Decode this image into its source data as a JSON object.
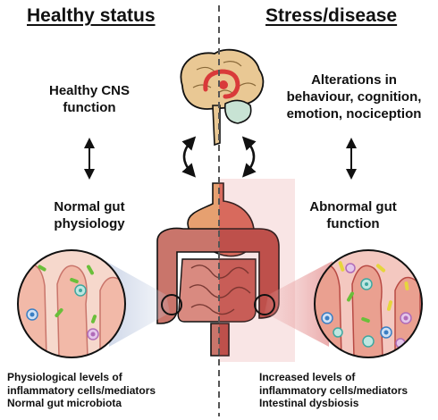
{
  "left": {
    "heading": "Healthy status",
    "top_label": [
      "Healthy CNS",
      "function"
    ],
    "mid_label": [
      "Normal gut",
      "physiology"
    ],
    "caption": [
      "Physiological levels of",
      "inflammatory cells/mediators",
      "Normal gut microbiota"
    ]
  },
  "right": {
    "heading": "Stress/disease",
    "top_label": [
      "Alterations in",
      "behaviour, cognition,",
      "emotion, nociception"
    ],
    "mid_label": [
      "Abnormal gut",
      "function"
    ],
    "caption": [
      "Increased levels of",
      "inflammatory cells/mediators",
      "Intestinal dysbiosis"
    ]
  },
  "colors": {
    "healthy_gut": "#c9756b",
    "stressed_gut": "#b84a44",
    "stomach": "#e6a070",
    "brain": "#e9c894",
    "limbic": "#d93a3a",
    "cerebellum": "#c8e3d4",
    "stress_tint": "#e07070",
    "bacteria_green": "#6abf3a",
    "bacteria_yellow": "#e6d63c",
    "immune_blue": "#3b7fc4",
    "immune_purple": "#b06bb8",
    "immune_teal": "#3fa8a0"
  },
  "icons": {
    "vertical_link": "double-headed-arrow-icon",
    "brain_gut_axis": "curved-arrows-icon",
    "magnifier": "zoom-circle-icon"
  }
}
